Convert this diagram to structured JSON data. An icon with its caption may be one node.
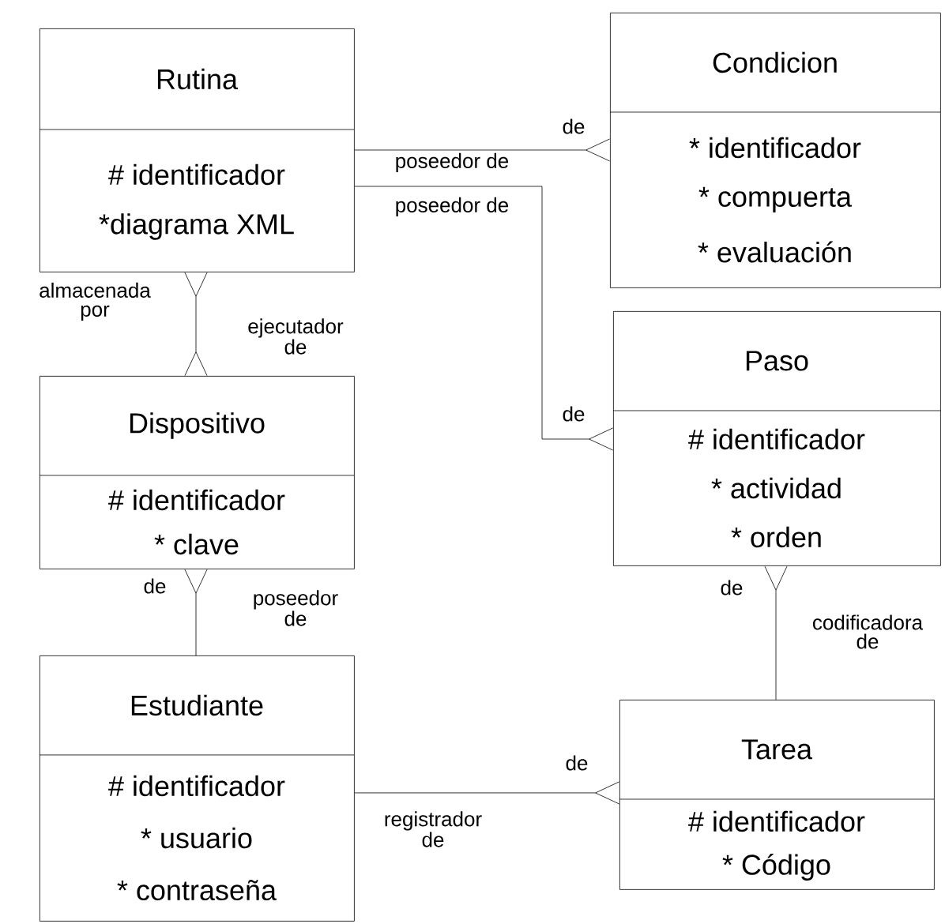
{
  "diagram": {
    "nodes": [
      {
        "text": [
          "Rutina",
          "# identificador",
          "*diagrama XML"
        ]
      },
      {
        "text": [
          "Condicion",
          "* identificador",
          "* compuerta",
          "* evaluación"
        ]
      },
      {
        "text": [
          "Paso",
          "# identificador",
          "* actividad",
          "* orden"
        ]
      },
      {
        "text": [
          "Dispositivo",
          "# identificador",
          "* clave"
        ]
      },
      {
        "text": [
          "Estudiante",
          "# identificador",
          "* usuario",
          "* contraseña"
        ]
      },
      {
        "text": [
          "Tarea",
          "# identificador",
          "* Código"
        ]
      }
    ],
    "edges": [
      {
        "from": 0,
        "to": 1,
        "arrow": "other",
        "label": "poseedor de"
      },
      {
        "from": 0,
        "to": 2,
        "arrow": "other",
        "label": "poseedor de"
      },
      {
        "from": 0,
        "to": 3,
        "arrow": "other",
        "label": "ejecutador de"
      },
      {
        "from": 4,
        "to": 3,
        "arrow": "other",
        "label": "poseedor de"
      },
      {
        "from": 5,
        "to": 2,
        "arrow": "other",
        "label": "codificadora de"
      },
      {
        "from": 4,
        "to": 5,
        "arrow": "other",
        "label": "registrador de"
      }
    ],
    "labels": [
      "de",
      "almacenada por",
      "de",
      "de",
      "de",
      "de"
    ]
  }
}
